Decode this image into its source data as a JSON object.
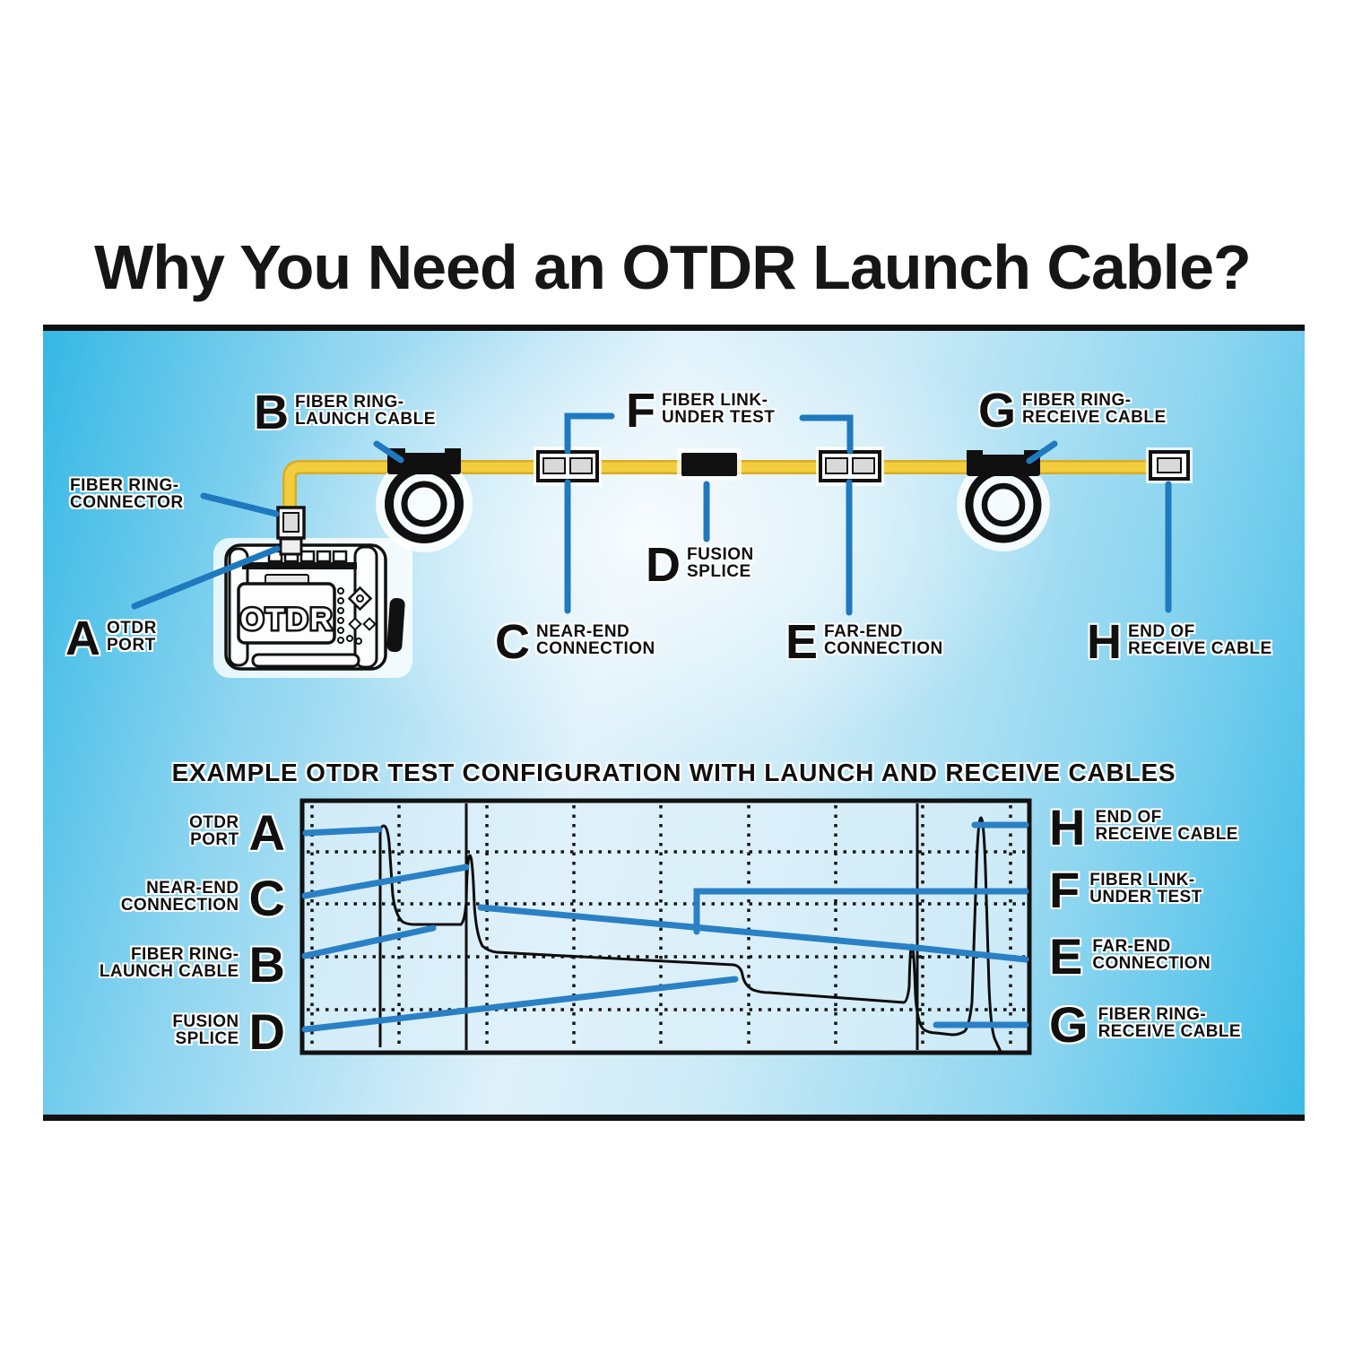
{
  "page": {
    "title": "Why You Need an OTDR Launch Cable?"
  },
  "panel": {
    "subtitle": "EXAMPLE OTDR TEST CONFIGURATION WITH LAUNCH AND RECEIVE CABLES"
  },
  "device": {
    "screen_label": "OTDR"
  },
  "top_labels": {
    "connector": {
      "line1": "FIBER RING-",
      "line2": "CONNECTOR"
    },
    "a": {
      "letter": "A",
      "line1": "OTDR",
      "line2": "PORT"
    },
    "b": {
      "letter": "B",
      "line1": "FIBER RING-",
      "line2": "LAUNCH CABLE"
    },
    "c": {
      "letter": "C",
      "line1": "NEAR-END",
      "line2": "CONNECTION"
    },
    "d": {
      "letter": "D",
      "line1": "FUSION",
      "line2": "SPLICE"
    },
    "e": {
      "letter": "E",
      "line1": "FAR-END",
      "line2": "CONNECTION"
    },
    "f": {
      "letter": "F",
      "line1": "FIBER LINK-",
      "line2": "UNDER TEST"
    },
    "g": {
      "letter": "G",
      "line1": "FIBER RING-",
      "line2": "RECEIVE CABLE"
    },
    "h": {
      "letter": "H",
      "line1": "END OF",
      "line2": "RECEIVE CABLE"
    }
  },
  "graph_labels": {
    "left": [
      {
        "letter": "A",
        "line1": "OTDR",
        "line2": "PORT"
      },
      {
        "letter": "C",
        "line1": "NEAR-END",
        "line2": "CONNECTION"
      },
      {
        "letter": "B",
        "line1": "FIBER RING-",
        "line2": "LAUNCH CABLE"
      },
      {
        "letter": "D",
        "line1": "FUSION",
        "line2": "SPLICE"
      }
    ],
    "right": [
      {
        "letter": "H",
        "line1": "END OF",
        "line2": "RECEIVE CABLE"
      },
      {
        "letter": "F",
        "line1": "FIBER LINK-",
        "line2": "UNDER TEST"
      },
      {
        "letter": "E",
        "line1": "FAR-END",
        "line2": "CONNECTION"
      },
      {
        "letter": "G",
        "line1": "FIBER RING-",
        "line2": "RECEIVE CABLE"
      }
    ]
  },
  "colors": {
    "panel_blue": "#2EB6E3",
    "leader_blue": "#1F79BE",
    "graph_leader_blue": "#2A80C4",
    "cable_yellow": "#F2CD3E",
    "ink": "#111111"
  }
}
